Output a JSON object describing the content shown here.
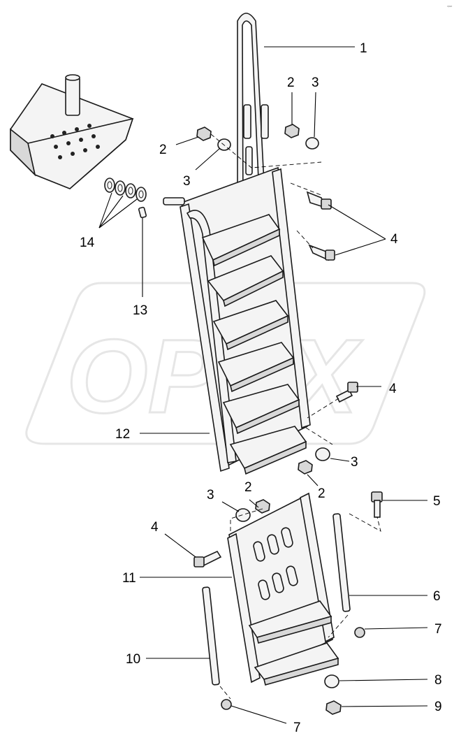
{
  "corner_mark": "ᵒᵖᵉˣ",
  "watermark": {
    "text": "OPEX"
  },
  "callouts": [
    {
      "id": "c1",
      "label": "1"
    },
    {
      "id": "c2a",
      "label": "2"
    },
    {
      "id": "c3a",
      "label": "3"
    },
    {
      "id": "c2b",
      "label": "2"
    },
    {
      "id": "c3b",
      "label": "3"
    },
    {
      "id": "c4a",
      "label": "4"
    },
    {
      "id": "c14",
      "label": "14"
    },
    {
      "id": "c13",
      "label": "13"
    },
    {
      "id": "c4b",
      "label": "4"
    },
    {
      "id": "c12",
      "label": "12"
    },
    {
      "id": "c3c",
      "label": "3"
    },
    {
      "id": "c2c",
      "label": "2"
    },
    {
      "id": "c2d",
      "label": "2"
    },
    {
      "id": "c3d",
      "label": "3"
    },
    {
      "id": "c5",
      "label": "5"
    },
    {
      "id": "c4c",
      "label": "4"
    },
    {
      "id": "c11",
      "label": "11"
    },
    {
      "id": "c6",
      "label": "6"
    },
    {
      "id": "c7a",
      "label": "7"
    },
    {
      "id": "c10",
      "label": "10"
    },
    {
      "id": "c8",
      "label": "8"
    },
    {
      "id": "c9",
      "label": "9"
    },
    {
      "id": "c7b",
      "label": "7"
    }
  ]
}
